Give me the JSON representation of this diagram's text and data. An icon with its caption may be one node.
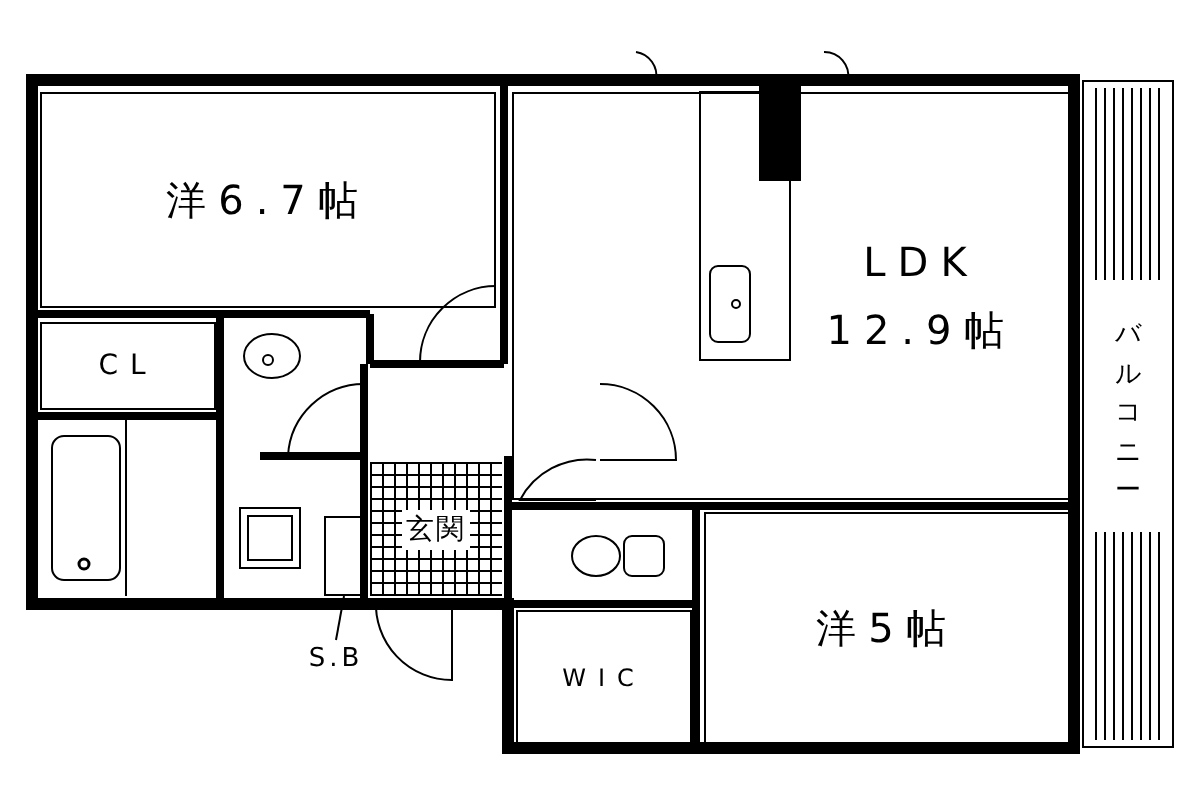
{
  "diagram": {
    "nodes": [
      {
        "text": [
          "洋6.7帖"
        ]
      },
      {
        "text": [
          "LDK 12.9帖"
        ]
      },
      {
        "text": [
          "CL"
        ]
      },
      {
        "text": [
          "玄関"
        ]
      },
      {
        "text": [],
        "shape": "box"
      },
      {
        "text": [
          "洋5帖"
        ]
      },
      {
        "text": [
          "バルコニー"
        ]
      },
      {
        "text": [
          "S.B"
        ]
      },
      {
        "text": [
          "WIC"
        ]
      }
    ],
    "edges": [
      {
        "from": 7,
        "to": 4,
        "arrow": "none"
      }
    ]
  }
}
